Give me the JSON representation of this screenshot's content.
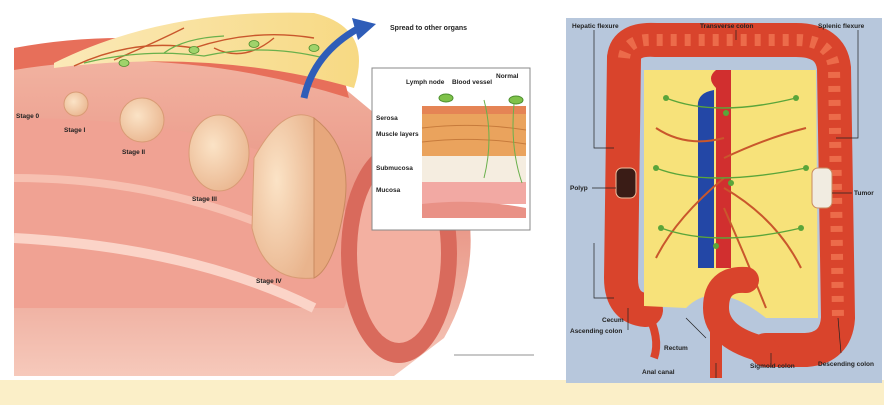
{
  "left_illustration": {
    "spread_label": "Spread to other organs",
    "stages": [
      "Stage 0",
      "Stage I",
      "Stage II",
      "Stage III",
      "Stage IV"
    ],
    "inset": {
      "title": "Normal",
      "lymph_node": "Lymph node",
      "blood_vessel": "Blood vessel",
      "layers": [
        "Serosa",
        "Muscle layers",
        "Submucosa",
        "Mucosa"
      ]
    }
  },
  "right_illustration": {
    "labels": {
      "hepatic_flexure": "Hepatic flexure",
      "transverse_colon": "Transverse colon",
      "splenic_flexure": "Splenic flexure",
      "polyp": "Polyp",
      "tumor": "Tumor",
      "cecum": "Cecum",
      "ascending_colon": "Ascending colon",
      "rectum": "Rectum",
      "anal_canal": "Anal canal",
      "sigmoid_colon": "Sigmoid colon",
      "descending_colon": "Descending colon"
    }
  },
  "colors": {
    "bottom_band": "#fbefc8",
    "right_background": "#b7c7dc",
    "colon_red": "#d9442c",
    "fat_yellow": "#f7e27a",
    "lymph_green": "#5aa53a"
  }
}
